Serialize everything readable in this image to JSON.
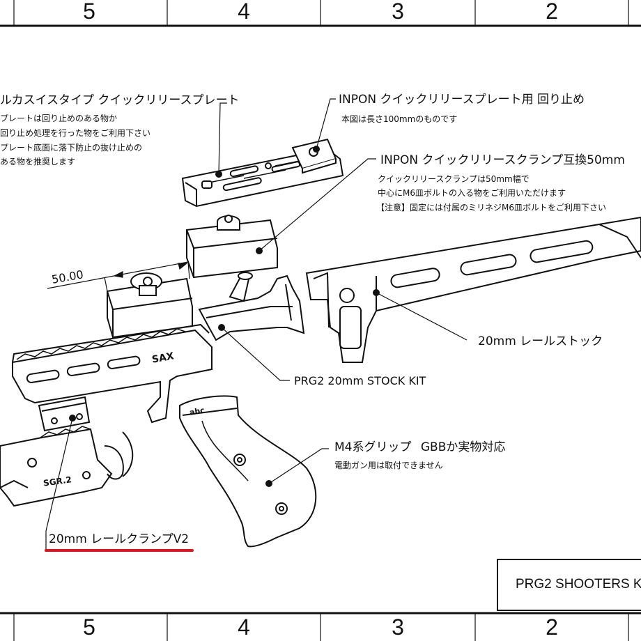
{
  "border": {
    "top_zones": [
      "5",
      "4",
      "3",
      "2"
    ],
    "bottom_zones": [
      "5",
      "4",
      "3",
      "2"
    ]
  },
  "callouts": {
    "arca": {
      "title": "ルカスイスタイプ クイックリリースプレート",
      "notes": [
        "プレートは回り止めのある物か",
        "回り止め処理を行った物をご利用下さい",
        "プレート底面に落下防止の抜け止めの",
        "ある物を推奨します"
      ]
    },
    "inpon_stop": {
      "title": "INPON クイックリリースプレート用 回り止め",
      "note": "本図は長さ100mmのものです"
    },
    "inpon_clamp": {
      "title": "INPON クイックリリースクランプ互換50mm",
      "notes": [
        "クイックリリースクランプは50mm幅で",
        "中心にM6皿ボルトの入る物をご利用いただけます",
        "【注意】固定には付属のミリネジM6皿ボルトをご利用下さい"
      ]
    },
    "rail_stock": {
      "title": "20mm レールストック"
    },
    "stock_kit": {
      "title": "PRG2 20mm STOCK KIT"
    },
    "grip": {
      "title": "M4系グリップ GBBか実物対応",
      "note": "電動ガン用は取付できません"
    },
    "rail_clamp": {
      "title": "20mm レールクランプV2"
    }
  },
  "dimension": {
    "value": "50.00"
  },
  "part_marks": {
    "sax": "SAX",
    "sgr": "SGR.2",
    "ahc": "ahc"
  },
  "title_block": {
    "text": "PRG2 SHOOTERS K"
  },
  "colors": {
    "underline": "#e0141e",
    "line": "#111111"
  }
}
